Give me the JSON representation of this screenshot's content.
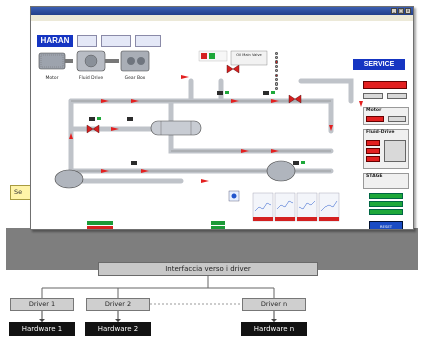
{
  "diagram": {
    "yellow_label": "Se",
    "interface_label": "Interfaccia verso i driver",
    "drivers": [
      "Driver 1",
      "Driver 2",
      "Driver n"
    ],
    "hardware": [
      "Hardware 1",
      "Hardware 2",
      "Hardware n"
    ]
  },
  "scada": {
    "brand": "HARAN",
    "service_label": "SERVICE",
    "machine_labels": [
      "Motor",
      "Fluid Drive",
      "Gear Box"
    ],
    "oil_valve_label": "Oil Main Valve",
    "stage_label": "STAGE",
    "motor_panel_label": "Motor",
    "fluid_panel_label": "Fluid-Drive",
    "reset_label": "RESET",
    "colors": {
      "brand_blue": "#1535c2",
      "alarm_red": "#e32020",
      "ok_green": "#1ea83a",
      "pipe_gray": "#cfcfcf"
    }
  }
}
